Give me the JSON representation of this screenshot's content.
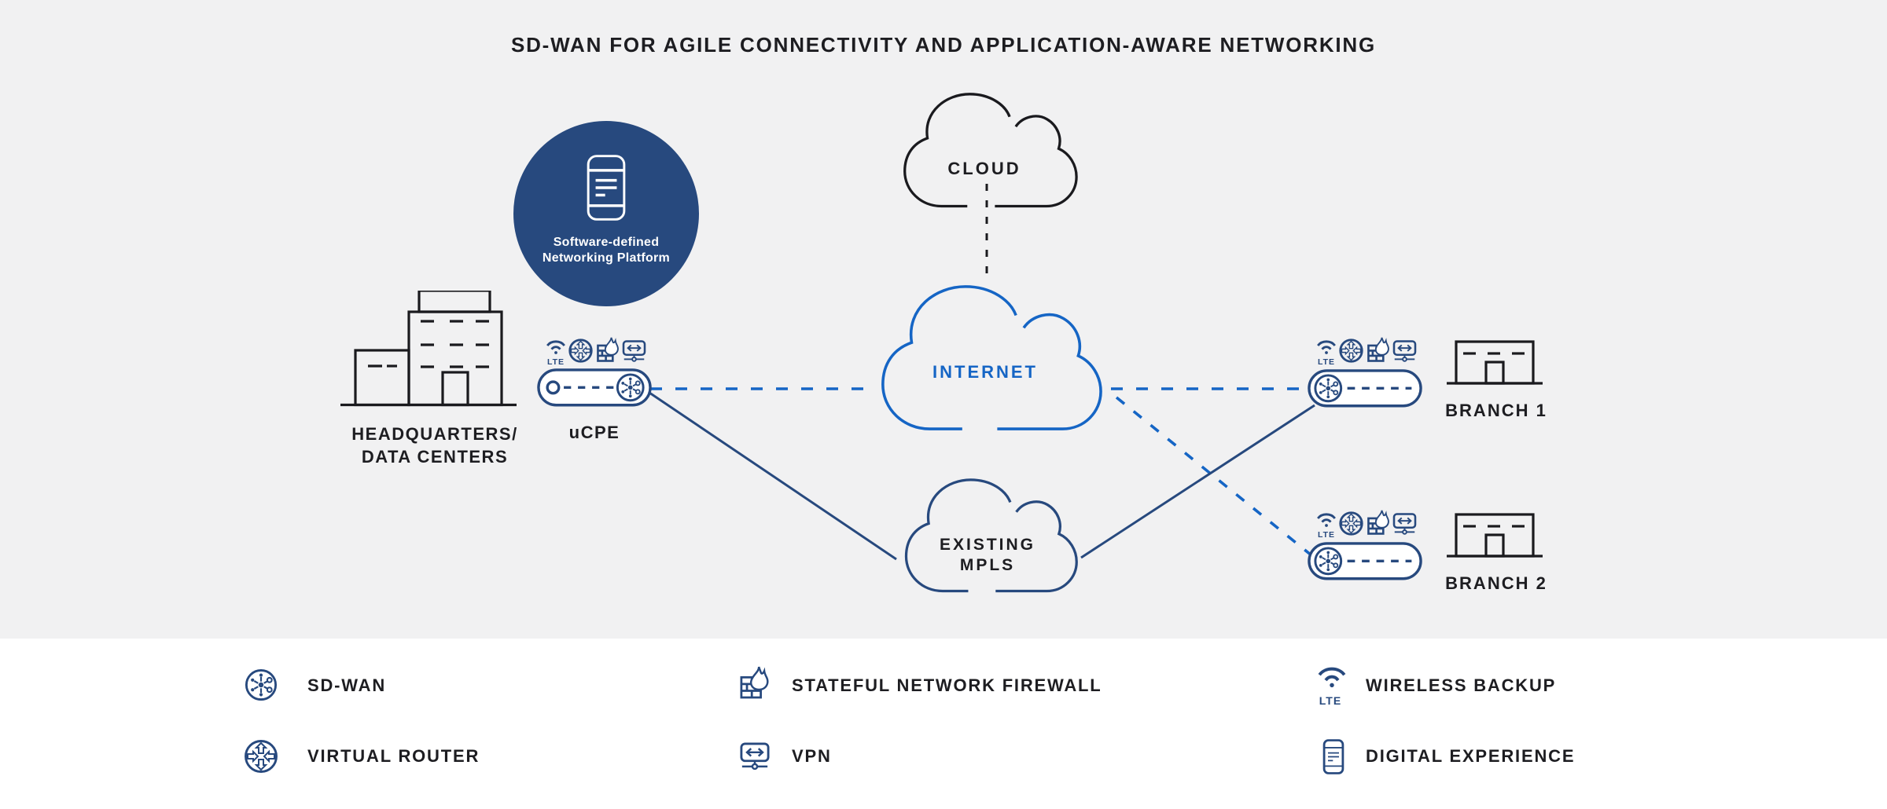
{
  "title": "SD-WAN FOR AGILE CONNECTIVITY AND APPLICATION-AWARE NETWORKING",
  "platform": {
    "line1": "Software-defined",
    "line2": "Networking Platform"
  },
  "nodes": {
    "cloud": {
      "label": "CLOUD"
    },
    "internet": {
      "label": "INTERNET"
    },
    "mpls": {
      "line1": "EXISTING",
      "line2": "MPLS"
    },
    "hq": {
      "line1": "HEADQUARTERS/",
      "line2": "DATA CENTERS"
    },
    "ucpe": {
      "label": "uCPE"
    },
    "branch1": {
      "label": "BRANCH 1"
    },
    "branch2": {
      "label": "BRANCH 2"
    }
  },
  "icons": {
    "lte_label": "LTE"
  },
  "legend": {
    "items": [
      {
        "icon": "sdwan-icon",
        "label": "SD-WAN"
      },
      {
        "icon": "virtual-router-icon",
        "label": "VIRTUAL ROUTER"
      },
      {
        "icon": "firewall-icon",
        "label": "STATEFUL NETWORK FIREWALL"
      },
      {
        "icon": "vpn-icon",
        "label": "VPN"
      },
      {
        "icon": "wireless-backup-icon",
        "label": "WIRELESS BACKUP"
      },
      {
        "icon": "digital-experience-icon",
        "label": "DIGITAL EXPERIENCE"
      }
    ]
  },
  "colors": {
    "navy": "#27497E",
    "blue": "#1565C5",
    "ink": "#1D1D21",
    "background_gray": "#F1F1F2",
    "white": "#FFFFFF"
  }
}
